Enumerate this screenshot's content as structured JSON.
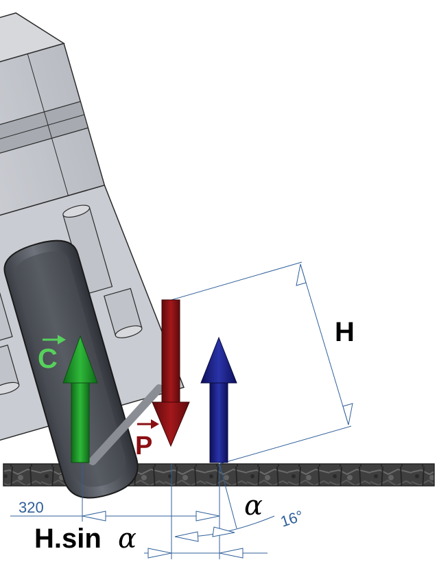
{
  "labels": {
    "height": "H",
    "horizontal_offset": "H.sin",
    "angle_symbol": "α",
    "dimension_value": "320",
    "angle_value": "16°",
    "force_c": "C",
    "force_p": "P"
  },
  "colors": {
    "force_c": "#1f9a2b",
    "force_c_label": "#57d15c",
    "force_p": "#8a0f12",
    "force_n": "#1a1f86",
    "dimension": "#2f5f9a",
    "ground": "#4a4a4a",
    "body_fill": "#c6c9cf",
    "body_stroke": "#2b2b2b"
  },
  "icons": {
    "force_c_arrow": "arrow-up-green",
    "force_p_arrow": "arrow-down-red",
    "force_n_arrow": "arrow-up-blue"
  }
}
